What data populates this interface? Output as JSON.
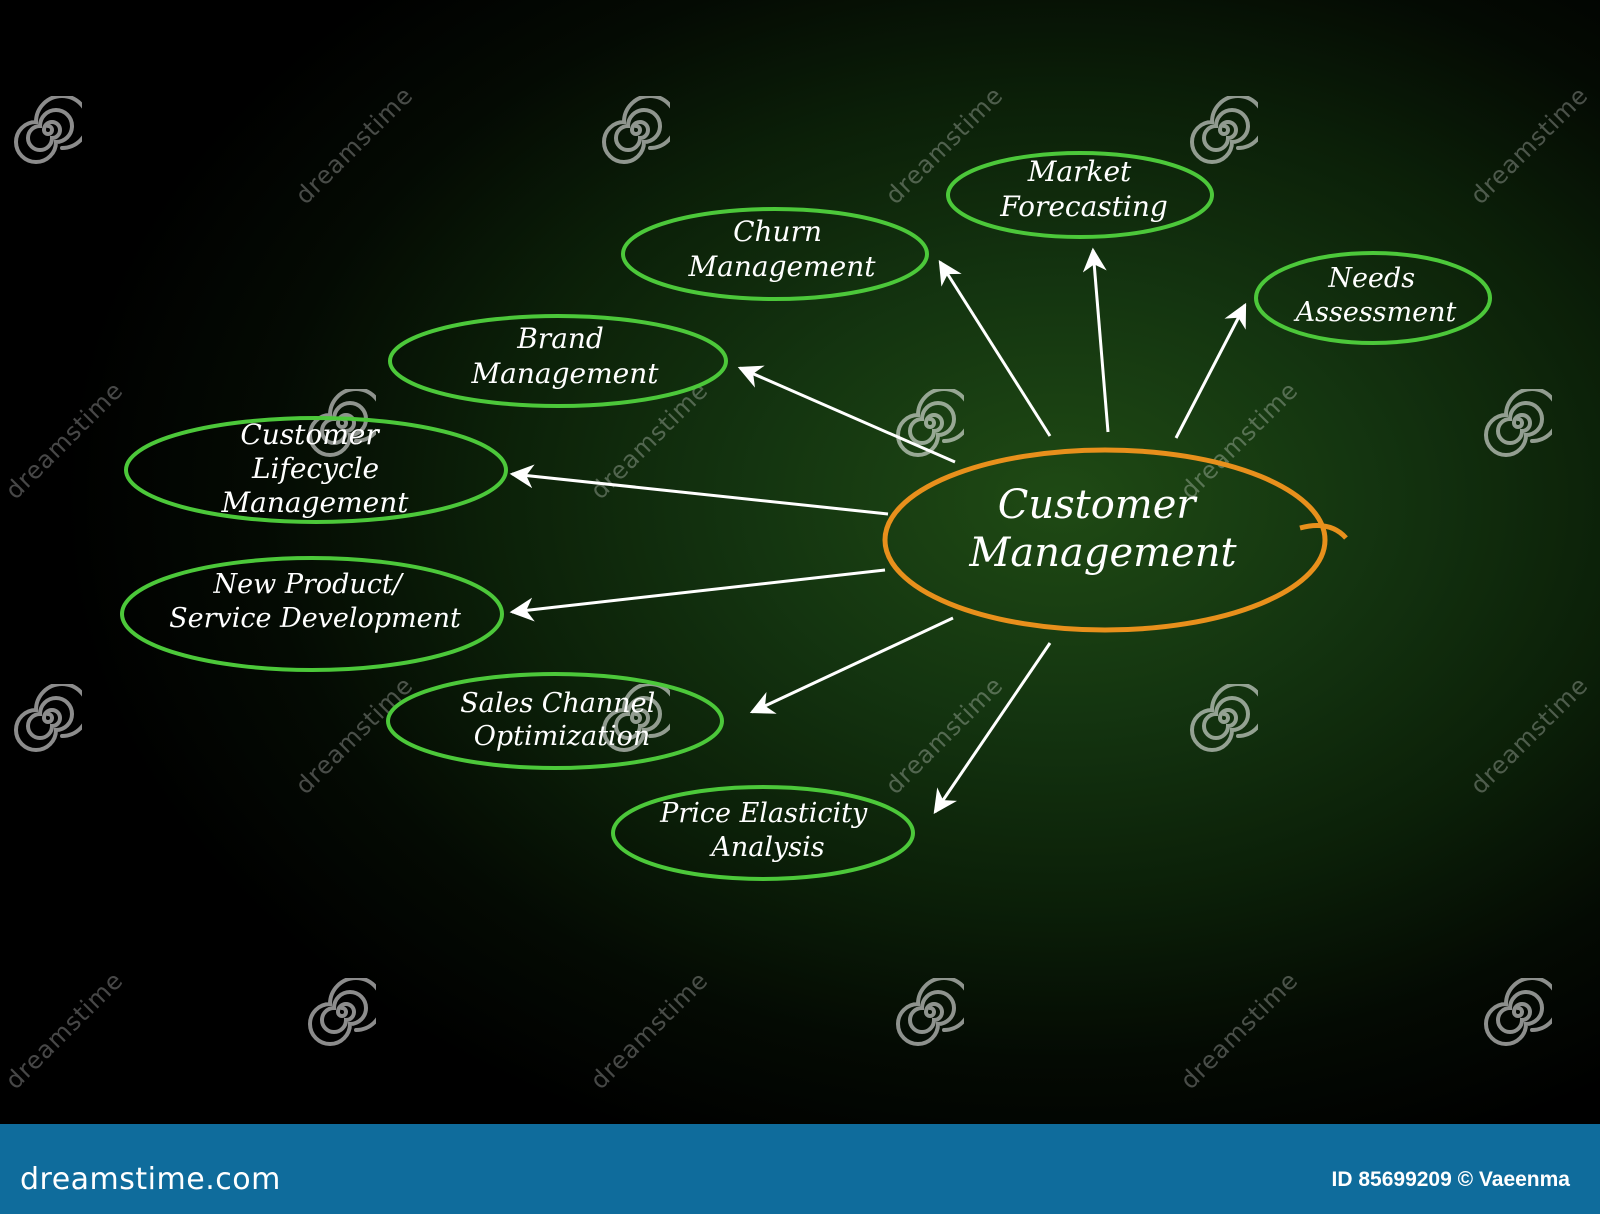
{
  "center": {
    "line1": "Customer",
    "line2": "Management",
    "color": "#e8901c"
  },
  "nodes": [
    {
      "id": "churn",
      "lines": [
        "Churn",
        "Management"
      ]
    },
    {
      "id": "market",
      "lines": [
        "Market",
        "Forecasting"
      ]
    },
    {
      "id": "needs",
      "lines": [
        "Needs",
        "Assessment"
      ]
    },
    {
      "id": "brand",
      "lines": [
        "Brand",
        "Management"
      ]
    },
    {
      "id": "clm",
      "lines": [
        "Customer",
        "Lifecycle",
        "Management"
      ]
    },
    {
      "id": "npd",
      "lines": [
        "New Product/",
        "Service Development"
      ]
    },
    {
      "id": "sales",
      "lines": [
        "Sales Channel",
        "Optimization"
      ]
    },
    {
      "id": "price",
      "lines": [
        "Price Elasticity",
        "Analysis"
      ]
    }
  ],
  "node_color": "#4cc83a",
  "arrow_color": "#ffffff",
  "watermark": {
    "text": "dreamstime",
    "icon": "spiral-logo-icon"
  },
  "footer": {
    "logo_text": "dreamstime.com",
    "id_text": "ID 85699209 © Vaeenma",
    "background": "#0f6c9c"
  }
}
